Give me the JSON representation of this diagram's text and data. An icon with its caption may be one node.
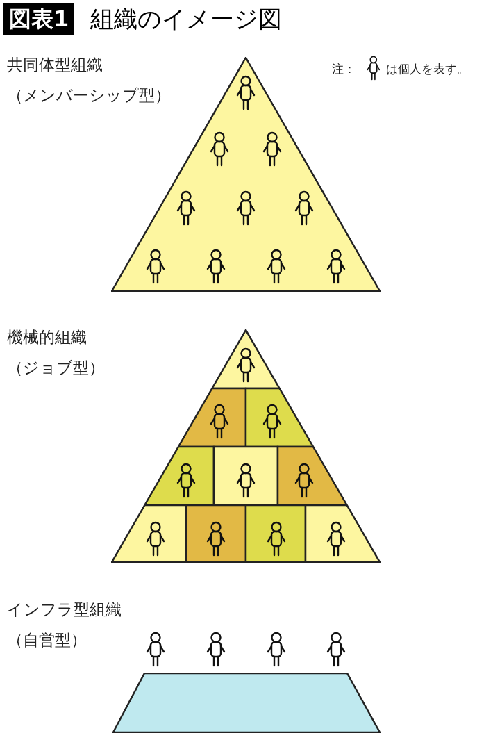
{
  "diagram": {
    "title": "組織のイメージ図",
    "nodes": [
      {
        "text": [],
        "shape": "triangle",
        "beside": [
          "共同体型組織",
          "（メンバーシップ型）"
        ]
      },
      {
        "text": [],
        "shape": "triangle",
        "beside": [
          "機械的組織",
          "（ジョブ型）"
        ]
      },
      {
        "text": [],
        "shape": "trapezoid",
        "beside": [
          "インフラ型組織",
          "（自営型）"
        ]
      }
    ],
    "labels": [
      "図表1",
      "注：",
      "は個人を表す。"
    ]
  }
}
